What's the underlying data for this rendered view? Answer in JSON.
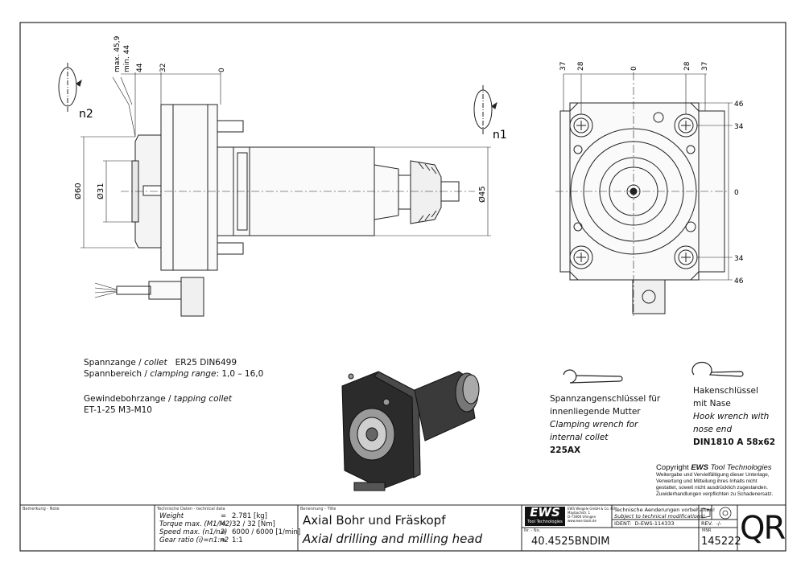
{
  "drawing": {
    "dims": {
      "max": "max. 45,9",
      "min": "min. 44",
      "d44": "44",
      "d32": "32",
      "zero": "0",
      "d60": "Ø60",
      "d31": "Ø31",
      "d45": "Ø45",
      "n1": "n1",
      "n2": "n2",
      "r37": "37",
      "r28": "28",
      "r46": "46",
      "r34": "34"
    }
  },
  "notes": {
    "collet_line1_de": "Spannzange / ",
    "collet_line1_en": "collet",
    "collet_line1_spec": "ER25    DIN6499",
    "range_de": "Spannbereich / ",
    "range_en": "clamping range",
    "range_val": ": 1,0 – 16,0",
    "tap_de": "Gewindebohrzange / ",
    "tap_en": "tapping collet",
    "tap_val": "ET-1-25   M3-M10"
  },
  "wrench1": {
    "de1": "Spannzangenschlüssel für",
    "de2": "innenliegende Mutter",
    "en1": "Clamping wrench for",
    "en2": "internal collet",
    "code": "225AX"
  },
  "wrench2": {
    "de1": "Hakenschlüssel",
    "de2": "mit Nase",
    "en1": "Hook wrench with",
    "en2": "nose end",
    "code": "DIN1810 A 58x62"
  },
  "copyright": {
    "title_pre": "Copyright ",
    "title_brand": "EWS",
    "title_post": " Tool Technologies",
    "l1": "Weitergabe und Vervielfältigung dieser Unterlage,",
    "l2": "Verwertung und Mitteilung ihres Inhalts nicht",
    "l3": "gestattet, soweit nicht ausdrücklich zugestanden.",
    "l4": "Zuwiderhandlungen verpflichten zu Schadenersatz."
  },
  "titleblock": {
    "remark_label": "Bemerkung - Note",
    "tech_label": "Technische Daten - technical data",
    "title_label": "Benennung - Title",
    "rows": [
      {
        "k": "Weight",
        "eq": "=",
        "v": "2.781 [kg]"
      },
      {
        "k": "Torque max. (M1/M2)",
        "eq": "=",
        "v": "32 / 32 [Nm]"
      },
      {
        "k": "Speed max.  (n1/n2)",
        "eq": "=",
        "v": "6000 / 6000 [1/min]"
      },
      {
        "k": "Gear ratio   (i)=n1:n2",
        "eq": "=",
        "v": "1:1"
      }
    ],
    "title_de": "Axial Bohr und Fräskopf",
    "title_en": "Axial drilling and milling head",
    "logo": "EWS",
    "logo_sub": "Tool Technologies",
    "company1": "EWS Weigele GmbH & Co. KG",
    "company2": "Maybachstr. 1",
    "company3": "D-73066 Uhingen",
    "company4": "www.ews-tools.de",
    "change_de": "Technische Aenderungen vorbehalten!",
    "change_en": "Subject to technical modifications!",
    "ident_label": "IDENT:",
    "ident": "D-EWS-114333",
    "rev_label": "REV.",
    "rev": "-/-",
    "nr_label": "Nr. - No.",
    "nr": "40.4525BNDIM",
    "mnr_label": "MNR",
    "mnr": "145222",
    "qr": "QR"
  }
}
